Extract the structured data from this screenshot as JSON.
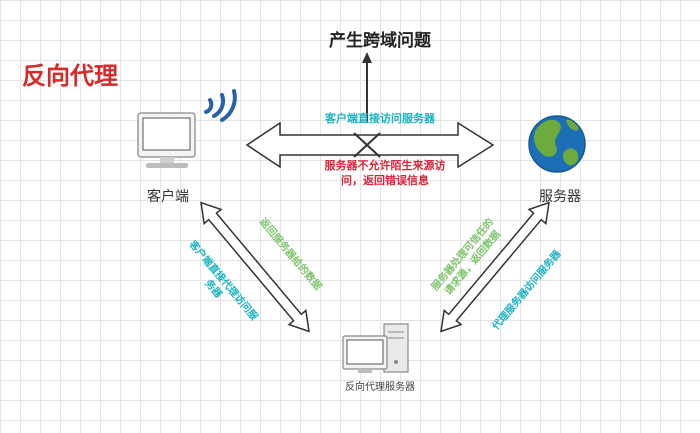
{
  "title": "反向代理",
  "problem": "产生跨域问题",
  "nodes": {
    "client": "客户端",
    "server": "服务器",
    "proxy": "反向代理服务器"
  },
  "edges": {
    "client_to_server": "客户端直接访问服务器",
    "server_rejects_line1": "服务器不允许陌生来源访",
    "server_rejects_line2": "问，返回错误信息",
    "client_to_proxy_line1": "客户端直接代理访问服",
    "client_to_proxy_line2": "务器",
    "proxy_to_client": "返回服务器给的数据",
    "server_to_proxy_line1": "服务器处理可信任的",
    "server_to_proxy_line2": "请求源，返回数据",
    "proxy_to_server": "代理服务器访问服务器"
  },
  "colors": {
    "title": "#d42a2a",
    "cyan_text": "#1ab3c2",
    "red_text": "#d9263a",
    "green_text": "#7dc36b",
    "arrow_stroke": "#333333"
  }
}
